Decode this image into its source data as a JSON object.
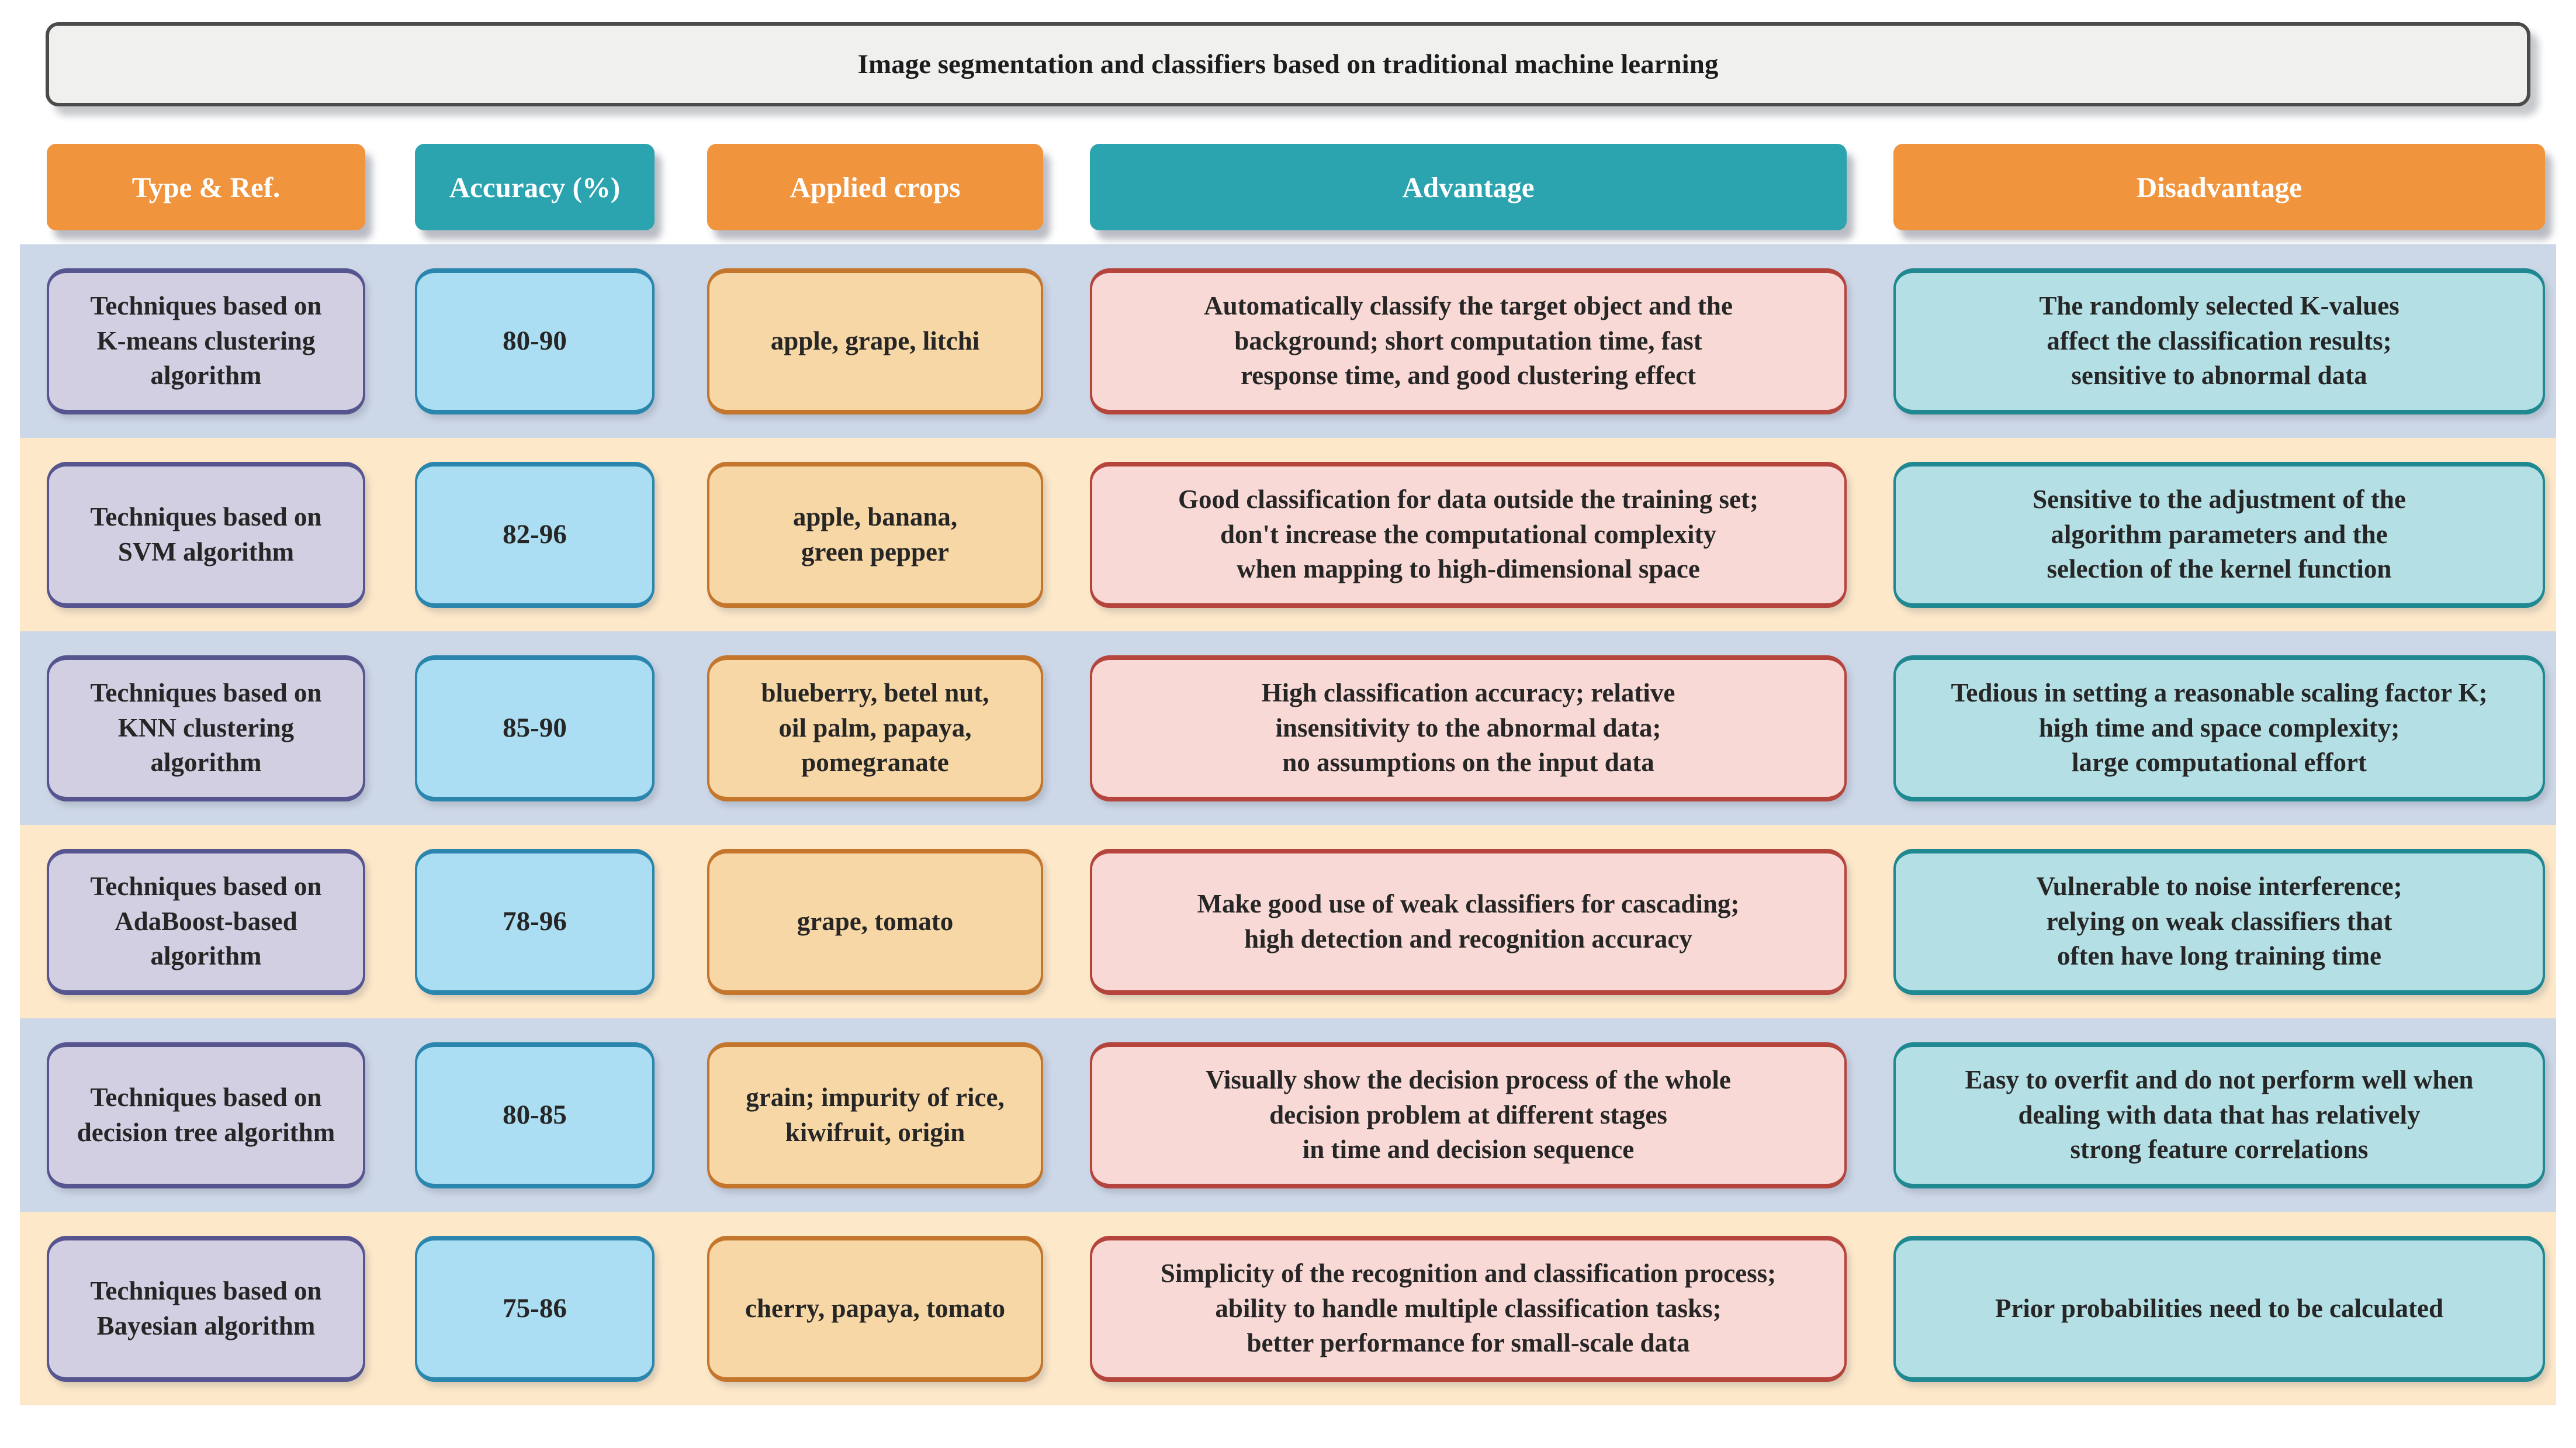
{
  "title": "Image segmentation and classifiers based on traditional machine learning",
  "columns": [
    {
      "id": "type",
      "label": "Type & Ref."
    },
    {
      "id": "accuracy",
      "label": "Accuracy (%)"
    },
    {
      "id": "crops",
      "label": "Applied crops"
    },
    {
      "id": "advantage",
      "label": "Advantage"
    },
    {
      "id": "disadvantage",
      "label": "Disadvantage"
    }
  ],
  "rows": [
    {
      "type": "Techniques based on\nK-means clustering\nalgorithm",
      "accuracy": "80-90",
      "crops": "apple, grape, litchi",
      "advantage": "Automatically classify the target object and the\nbackground; short computation time, fast\nresponse time, and good clustering effect",
      "disadvantage": "The randomly selected K-values\naffect the classification results;\nsensitive to abnormal data"
    },
    {
      "type": "Techniques based on\nSVM algorithm",
      "accuracy": "82-96",
      "crops": "apple, banana,\ngreen pepper",
      "advantage": "Good classification for data outside the training set;\ndon't increase the computational complexity\nwhen mapping to high-dimensional space",
      "disadvantage": "Sensitive to the adjustment of the\nalgorithm parameters and the\nselection of the kernel function"
    },
    {
      "type": "Techniques based on\nKNN clustering\nalgorithm",
      "accuracy": "85-90",
      "crops": "blueberry, betel nut,\noil palm, papaya,\npomegranate",
      "advantage": "High classification accuracy; relative\ninsensitivity to the abnormal data;\nno assumptions on the input data",
      "disadvantage": "Tedious in setting a reasonable scaling factor K;\nhigh time and space complexity;\nlarge computational effort"
    },
    {
      "type": "Techniques based on\nAdaBoost-based\nalgorithm",
      "accuracy": "78-96",
      "crops": "grape, tomato",
      "advantage": "Make good use of weak classifiers for cascading;\nhigh detection and recognition accuracy",
      "disadvantage": "Vulnerable to noise interference;\nrelying on weak classifiers that\noften have long training time"
    },
    {
      "type": "Techniques based on\ndecision tree algorithm",
      "accuracy": "80-85",
      "crops": "grain; impurity of rice,\nkiwifruit, origin",
      "advantage": "Visually show the decision process of the whole\ndecision problem at different stages\nin time and decision sequence",
      "disadvantage": "Easy to overfit and do not perform well when\ndealing with data that has relatively\nstrong feature correlations"
    },
    {
      "type": "Techniques based on\nBayesian algorithm",
      "accuracy": "75-86",
      "crops": "cherry, papaya, tomato",
      "advantage": "Simplicity of the recognition and classification process;\nability to handle multiple classification tasks;\nbetter performance for small-scale data",
      "disadvantage": "Prior probabilities need to be calculated"
    }
  ],
  "palette": {
    "header_orange": "#f0943d",
    "header_teal": "#2ba4b0",
    "band_blue": "#ccd7e7",
    "band_peach": "#fde8c9",
    "type_fill": "#d2cfe2",
    "type_border": "#575590",
    "accuracy_fill": "#abdef2",
    "accuracy_border": "#2b86ae",
    "crops_fill": "#f7d7a5",
    "crops_border": "#c4762d",
    "advantage_fill": "#f8d9d5",
    "advantage_border": "#b5443c",
    "disadvantage_fill": "#b4dfe4",
    "disadvantage_border": "#1f8891",
    "title_fill": "#f0f0ee",
    "title_border": "#4b4b4b",
    "text": "#262626"
  }
}
